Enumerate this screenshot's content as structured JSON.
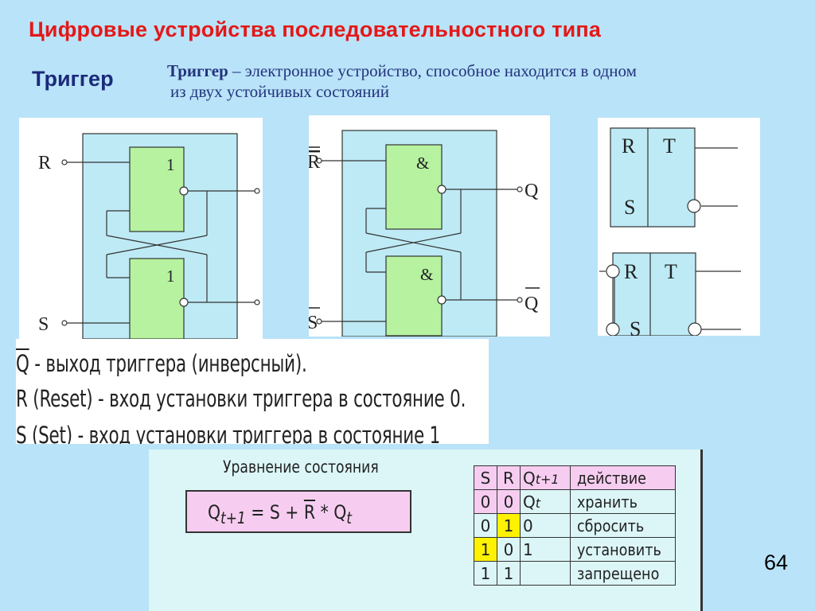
{
  "slide": {
    "title": "Цифровые  устройства последовательностного типа",
    "subtitle": "Триггер",
    "definition_term": "Триггер",
    "definition_rest": " – электронное устройство, способное находится в одном",
    "definition_line2": "из двух устойчивых состояний",
    "page_number": "64"
  },
  "nor_circuit": {
    "input_top": "R",
    "input_bottom": "S",
    "gate_top": "1",
    "gate_bottom": "1"
  },
  "nand_circuit": {
    "input_top": "R",
    "input_bottom": "S",
    "gate_top": "&",
    "gate_bottom": "&",
    "output_top": "Q",
    "output_bottom": "Q"
  },
  "symbols": {
    "sym1_r": "R",
    "sym1_s": "S",
    "sym1_t": "T",
    "sym2_r": "R",
    "sym2_s": "S",
    "sym2_t": "T"
  },
  "legend": {
    "q_letter": "Q",
    "q_text": " - выход триггера (инверсный).",
    "r_text": "R (Reset) - вход установки триггера в состояние 0.",
    "s_text": "S  (Set) - вход установки триггера в состояние 1"
  },
  "equation": {
    "heading": "Уравнение состояния",
    "lhs": "Q",
    "lhs_sub": "t+1",
    "mid": " = S + ",
    "rbar": "R",
    "tail": " * Q",
    "tail_sub": "t"
  },
  "truth_table": {
    "header": {
      "s": "S",
      "r": "R",
      "q": "Q",
      "q_sub": "t+1",
      "action": "действие"
    },
    "rows": [
      {
        "s": "0",
        "r": "0",
        "q": "Q",
        "q_sub": "t",
        "action": "хранить"
      },
      {
        "s": "0",
        "r": "1",
        "q": "0",
        "q_sub": "",
        "action": "сбросить"
      },
      {
        "s": "1",
        "r": "0",
        "q": "1",
        "q_sub": "",
        "action": "установить"
      },
      {
        "s": "1",
        "r": "1",
        "q": "",
        "q_sub": "",
        "action": "запрещено"
      }
    ],
    "colors": {
      "header": "#f6cdf0",
      "pink": "#f6cdf0",
      "yellow": "#fff200",
      "plain": "#dcf6f8"
    }
  },
  "colors": {
    "background": "#b9e3f8",
    "title": "#e41818",
    "gate_fill": "#b6f2a0",
    "body_fill": "#bdeaf5"
  }
}
